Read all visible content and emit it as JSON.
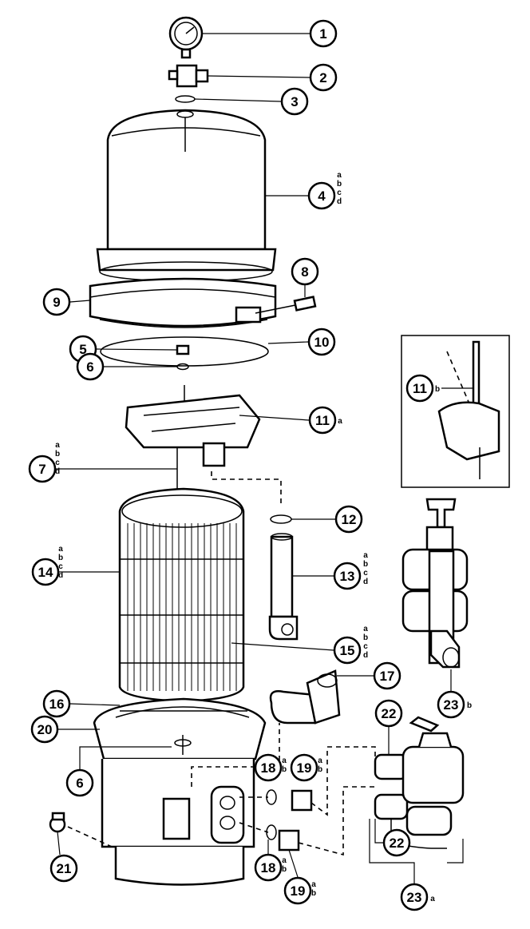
{
  "callouts": [
    {
      "id": "c1",
      "number": "1",
      "variants": []
    },
    {
      "id": "c2",
      "number": "2",
      "variants": []
    },
    {
      "id": "c3",
      "number": "3",
      "variants": []
    },
    {
      "id": "c4",
      "number": "4",
      "variants": [
        "a",
        "b",
        "c",
        "d"
      ]
    },
    {
      "id": "c8",
      "number": "8",
      "variants": []
    },
    {
      "id": "c9",
      "number": "9",
      "variants": []
    },
    {
      "id": "c10",
      "number": "10",
      "variants": []
    },
    {
      "id": "c5",
      "number": "5",
      "variants": []
    },
    {
      "id": "c6a",
      "number": "6",
      "variants": []
    },
    {
      "id": "c11a",
      "number": "11",
      "variants": [
        "a"
      ]
    },
    {
      "id": "c7",
      "number": "7",
      "variants": [
        "a",
        "b",
        "c",
        "d"
      ]
    },
    {
      "id": "c12",
      "number": "12",
      "variants": []
    },
    {
      "id": "c14",
      "number": "14",
      "variants": [
        "a",
        "b",
        "c",
        "d"
      ]
    },
    {
      "id": "c13",
      "number": "13",
      "variants": [
        "a",
        "b",
        "c",
        "d"
      ]
    },
    {
      "id": "c15",
      "number": "15",
      "variants": [
        "a",
        "b",
        "c",
        "d"
      ]
    },
    {
      "id": "c17",
      "number": "17",
      "variants": []
    },
    {
      "id": "c16",
      "number": "16",
      "variants": []
    },
    {
      "id": "c20",
      "number": "20",
      "variants": []
    },
    {
      "id": "c6b",
      "number": "6",
      "variants": []
    },
    {
      "id": "c18a",
      "number": "18",
      "variants": [
        "a",
        "b"
      ]
    },
    {
      "id": "c19a",
      "number": "19",
      "variants": [
        "a",
        "b"
      ]
    },
    {
      "id": "c22a",
      "number": "22",
      "variants": []
    },
    {
      "id": "c22b",
      "number": "22",
      "variants": []
    },
    {
      "id": "c21",
      "number": "21",
      "variants": []
    },
    {
      "id": "c18b",
      "number": "18",
      "variants": [
        "a",
        "b"
      ]
    },
    {
      "id": "c19b",
      "number": "19",
      "variants": [
        "a",
        "b"
      ]
    },
    {
      "id": "c23a",
      "number": "23",
      "variants": [
        "a"
      ]
    },
    {
      "id": "c23b",
      "number": "23",
      "variants": [
        "b"
      ]
    },
    {
      "id": "c11b",
      "number": "11",
      "variants": [
        "b"
      ]
    }
  ]
}
